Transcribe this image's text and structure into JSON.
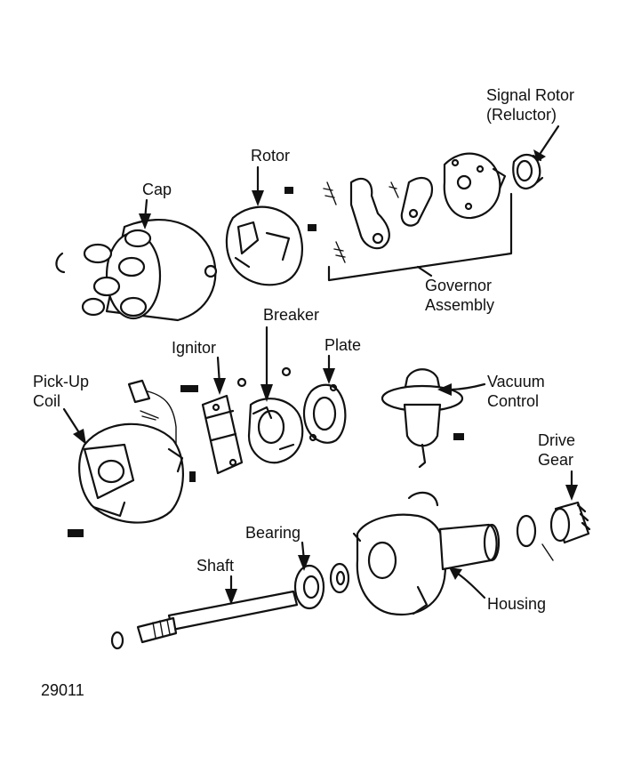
{
  "labels": {
    "signal_rotor": [
      "Signal Rotor",
      "(Reluctor)"
    ],
    "rotor": "Rotor",
    "cap": "Cap",
    "governor_assembly": [
      "Governor",
      "Assembly"
    ],
    "breaker": "Breaker",
    "ignitor": "Ignitor",
    "plate": "Plate",
    "vacuum_control": [
      "Vacuum",
      "Control"
    ],
    "pick_up_coil": [
      "Pick-Up",
      "Coil"
    ],
    "drive_gear": [
      "Drive",
      "Gear"
    ],
    "bearing": "Bearing",
    "shaft": "Shaft",
    "housing": "Housing"
  },
  "figure_number": "29011"
}
